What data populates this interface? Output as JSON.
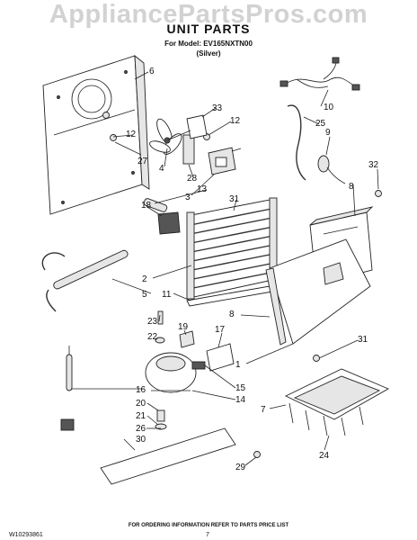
{
  "watermark": "AppliancePartsPros.com",
  "header": {
    "title": "UNIT PARTS",
    "model": "For Model: EV165NXTN00",
    "variant": "(Silver)"
  },
  "callouts": [
    "6",
    "10",
    "33",
    "12",
    "25",
    "12",
    "9",
    "27",
    "4",
    "28",
    "32",
    "3",
    "13",
    "31",
    "8",
    "18",
    "2",
    "5",
    "11",
    "8",
    "23",
    "19",
    "17",
    "22",
    "31",
    "1",
    "16",
    "15",
    "14",
    "7",
    "20",
    "21",
    "26",
    "30",
    "24",
    "29"
  ],
  "footer": {
    "order_note": "FOR ORDERING INFORMATION REFER TO PARTS PRICE LIST",
    "doc_number": "W10293861",
    "page_number": "7"
  }
}
